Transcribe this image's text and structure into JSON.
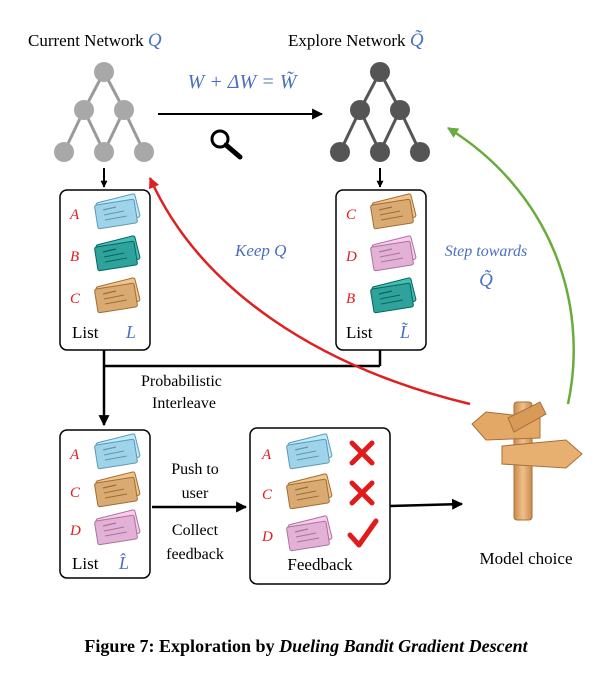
{
  "network_current": {
    "label": "Current Network",
    "symbol": "Q"
  },
  "network_explore": {
    "label": "Explore Network",
    "symbol": "Q̃"
  },
  "update_equation": "W + ΔW = W̃",
  "keep_label": "Keep Q",
  "step_label": "Step towards",
  "step_symbol": "Q̃",
  "list_current": {
    "name": "List",
    "symbol": "L",
    "items": [
      "A",
      "B",
      "C"
    ]
  },
  "list_explore": {
    "name": "List",
    "symbol": "L̃",
    "items": [
      "C",
      "D",
      "B"
    ]
  },
  "interleave_label": {
    "line1": "Probabilistic",
    "line2": "Interleave"
  },
  "list_interleaved": {
    "name": "List",
    "symbol": "L̂",
    "items": [
      "A",
      "C",
      "D"
    ]
  },
  "push_label": {
    "line1": "Push to",
    "line2": "user"
  },
  "collect_label": {
    "line1": "Collect",
    "line2": "feedback"
  },
  "feedback": {
    "name": "Feedback",
    "items": [
      "A",
      "C",
      "D"
    ],
    "marks": [
      "cross",
      "cross",
      "check"
    ]
  },
  "model_choice": "Model choice",
  "caption": {
    "prefix": "Figure 7: Exploration by",
    "emphasis": "Dueling Bandit Gradient Descent"
  },
  "colors": {
    "accent_blue": "#4a6fc0",
    "item_red": "#e21a1a",
    "red_arrow": "#e02020",
    "green_arrow": "#6aab3d",
    "node_current": "#a8a8a8",
    "node_explore": "#555555",
    "doc_blue": "#9fd3ea",
    "doc_teal": "#2fa39b",
    "doc_tan": "#d9ab72",
    "doc_pink": "#e3b0d6"
  },
  "doc_colors": {
    "list_current": [
      "doc_blue",
      "doc_teal",
      "doc_tan"
    ],
    "list_explore": [
      "doc_tan",
      "doc_pink",
      "doc_teal"
    ],
    "list_interleaved": [
      "doc_blue",
      "doc_tan",
      "doc_pink"
    ],
    "feedback": [
      "doc_blue",
      "doc_tan",
      "doc_pink"
    ]
  }
}
